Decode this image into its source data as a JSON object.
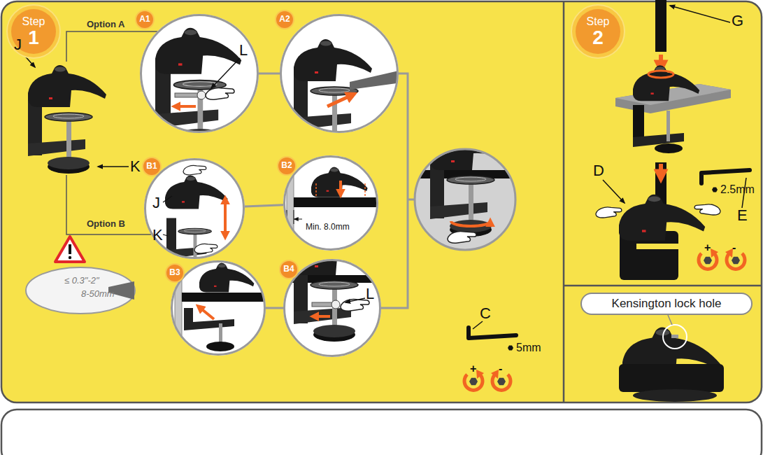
{
  "diagram": {
    "nodes": [
      {
        "text": [
          "Step",
          "1"
        ]
      },
      {
        "text": [
          "A1",
          "L"
        ]
      },
      {
        "text": [
          "A2"
        ]
      },
      {
        "text": [
          "B1",
          "J",
          "K"
        ]
      },
      {
        "text": [
          "B2",
          "Min. 8.0mm"
        ]
      },
      {
        "text": [
          "B3"
        ]
      },
      {
        "text": [
          "B4",
          "L"
        ]
      },
      {
        "text": [
          "Step",
          "2"
        ]
      },
      {
        "text": [
          "Kensington lock hole"
        ]
      }
    ],
    "edges": [
      {
        "from": 1,
        "to": 2,
        "arrow": "none"
      },
      {
        "from": 3,
        "to": 4,
        "arrow": "none"
      },
      {
        "from": 5,
        "to": 6,
        "arrow": "none"
      }
    ],
    "labels": [
      "J",
      "Option A",
      "K",
      "Option B",
      "≤ 0.3\"-2\"",
      "8-50mm",
      "C",
      "5mm",
      "+",
      "-",
      "G",
      "D",
      "E",
      "2.5mm",
      "+",
      "-"
    ]
  }
}
